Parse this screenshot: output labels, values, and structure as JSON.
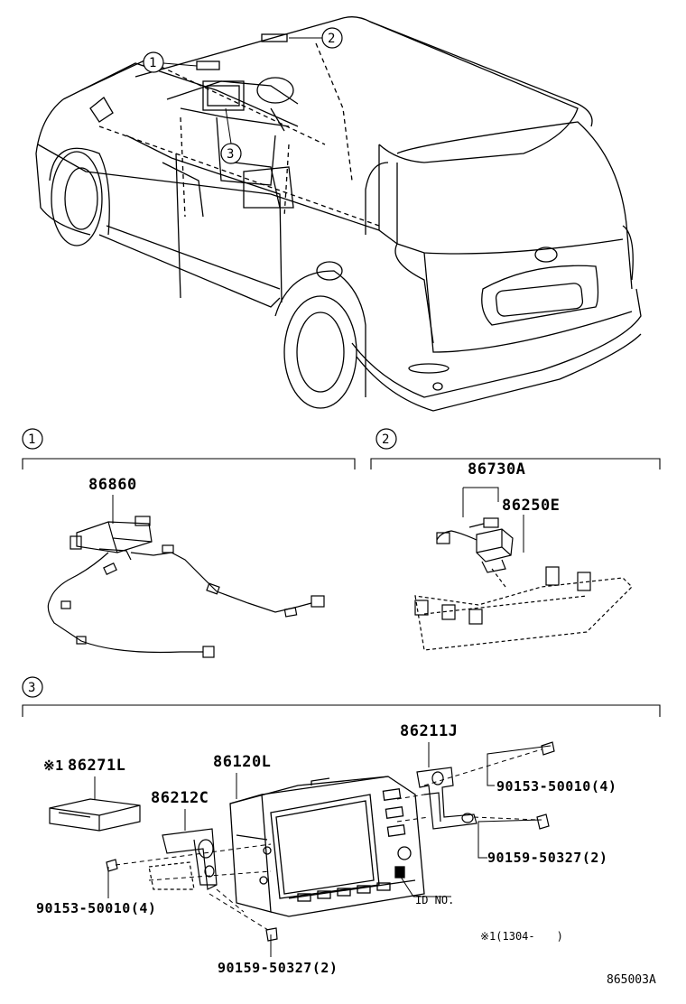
{
  "callouts": {
    "c1": "1",
    "c2": "2",
    "c3": "3"
  },
  "sections": {
    "s1": {
      "label": "1",
      "parts": {
        "antenna_module": "86860"
      }
    },
    "s2": {
      "label": "2",
      "parts": {
        "assembly": "86730A",
        "unit": "86250E"
      }
    },
    "s3": {
      "label": "3",
      "parts": {
        "note_mark": "※1",
        "ecu": "86271L",
        "display": "86120L",
        "bracket_left": "86212C",
        "bracket_right": "86211J",
        "screw_top_right": "90153-50010(4)",
        "bolt_right": "90159-50327(2)",
        "screw_left": "90153-50010(4)",
        "bolt_bottom": "90159-50327(2)",
        "id_no": "ID NO.",
        "footnote": "※1(1304-　　)"
      }
    }
  },
  "diagram_code": "865003A"
}
